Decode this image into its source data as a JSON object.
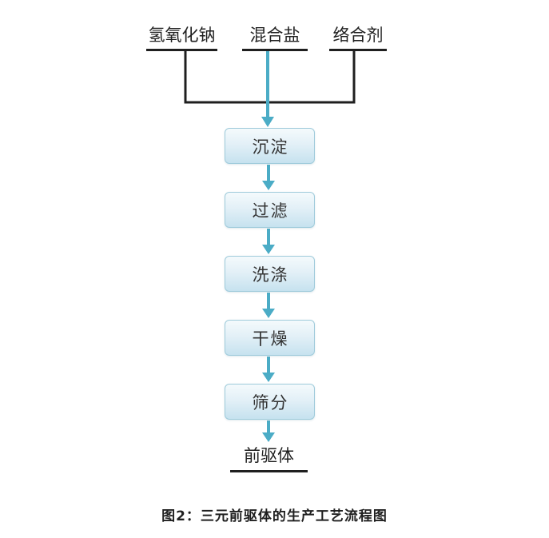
{
  "flow": {
    "inputs": [
      {
        "label": "氢氧化钠"
      },
      {
        "label": "混合盐"
      },
      {
        "label": "络合剂"
      }
    ],
    "steps": [
      {
        "label": "沉淀"
      },
      {
        "label": "过滤"
      },
      {
        "label": "洗涤"
      },
      {
        "label": "干燥"
      },
      {
        "label": "筛分"
      }
    ],
    "output": {
      "label": "前驱体"
    },
    "caption": "图2：三元前驱体的生产工艺流程图"
  },
  "colors": {
    "arrow": "#4bacc6",
    "line": "#1f1f1f",
    "box-border": "#9fcbdb",
    "box-fill-top": "#f4fafc",
    "box-fill-mid": "#e3f0f7",
    "box-fill-bottom": "#c6e2ef",
    "text": "#333333",
    "bg": "#ffffff"
  }
}
